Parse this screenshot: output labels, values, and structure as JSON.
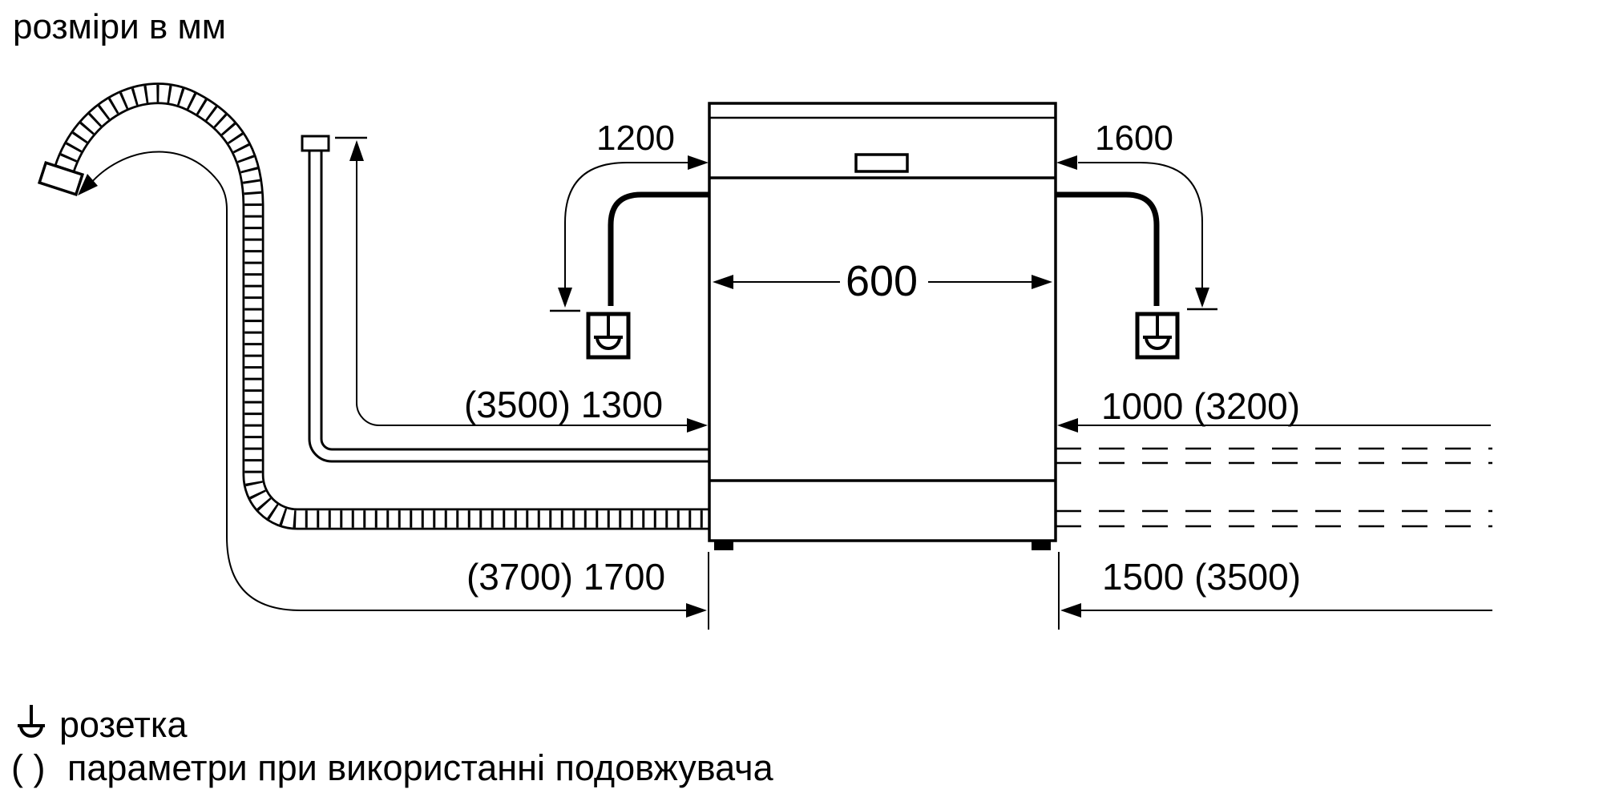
{
  "title": "розміри в мм",
  "appliance": {
    "width_label": "600"
  },
  "dimensions": {
    "left_socket_height": "1200",
    "right_socket_height": "1600",
    "supply_hose_length": "(3500) 1300",
    "right_supply_length": "1000 (3200)",
    "drain_hose_length": "(3700) 1700",
    "right_drain_length": "1500 (3500)"
  },
  "legend": {
    "socket_label": "розетка",
    "parentheses_symbol": "( )",
    "extension_note": "параметри при використанні подовжувача"
  },
  "colors": {
    "ink": "#000000",
    "background": "#ffffff"
  }
}
